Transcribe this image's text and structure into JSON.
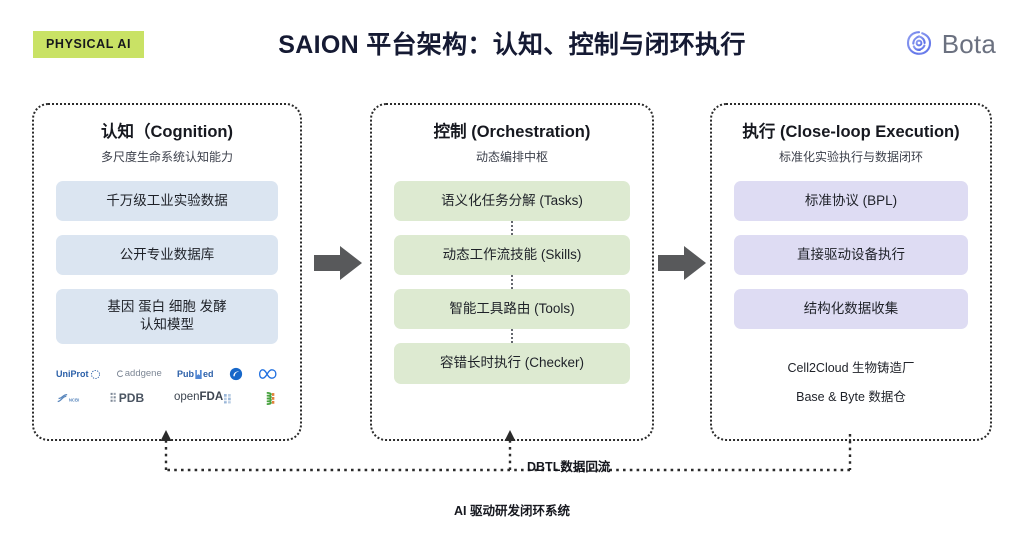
{
  "header": {
    "badge": "PHYSICAL AI",
    "title": "SAION 平台架构：认知、控制与闭环执行",
    "brand_name": "Bota",
    "brand_mark_icon": "spiral-logo-icon",
    "badge_color": "#c9e265",
    "brand_color": "#6b7180"
  },
  "panels": [
    {
      "id": "cognition",
      "title": "认知（Cognition)",
      "subtitle": "多尺度生命系统认知能力",
      "accent_color": "#dbe5f1",
      "items": [
        {
          "label": "千万级工业实验数据"
        },
        {
          "label": "公开专业数据库"
        },
        {
          "label": "基因 蛋白 细胞 发酵\n认知模型"
        }
      ],
      "logos": [
        [
          {
            "name": "uniprot-logo",
            "text": "UniProt",
            "color": "#2a5fa8"
          },
          {
            "name": "addgene-logo",
            "text": "addgene",
            "color": "#7d8795"
          },
          {
            "name": "pubmed-logo",
            "text": "PubMed",
            "color": "#2b5fa8"
          },
          {
            "name": "circle-swirl-logo",
            "text": "",
            "color": "#1767c9"
          },
          {
            "name": "meta-infinity-logo",
            "text": "",
            "color": "#1f6fe0"
          }
        ],
        [
          {
            "name": "ncbi-logo",
            "text": "",
            "color": "#5a87bd"
          },
          {
            "name": "pdb-logo",
            "text": "PDB",
            "color": "#4a5461"
          },
          {
            "name": "openfda-logo",
            "text": "openFDA",
            "color": "#3d4550"
          },
          {
            "name": "biobricks-logo",
            "text": "",
            "color": "#49a23f"
          }
        ]
      ]
    },
    {
      "id": "orchestration",
      "title": "控制 (Orchestration)",
      "subtitle": "动态编排中枢",
      "accent_color": "#ddead1",
      "items": [
        {
          "label": "语义化任务分解 (Tasks)"
        },
        {
          "label": "动态工作流技能 (Skills)"
        },
        {
          "label": "智能工具路由 (Tools)"
        },
        {
          "label": "容错长时执行 (Checker)"
        }
      ]
    },
    {
      "id": "execution",
      "title": "执行 (Close-loop Execution)",
      "subtitle": "标准化实验执行与数据闭环",
      "accent_color": "#dedcf3",
      "items": [
        {
          "label": "标准协议 (BPL)"
        },
        {
          "label": "直接驱动设备执行"
        },
        {
          "label": "结构化数据收集"
        }
      ],
      "footnotes": [
        "Cell2Cloud 生物铸造厂",
        "Base & Byte 数据仓"
      ]
    }
  ],
  "flow": {
    "arrow_color": "#58595b",
    "arrows": [
      {
        "name": "arrow-cognition-to-orchestration"
      },
      {
        "name": "arrow-orchestration-to-execution"
      }
    ]
  },
  "loop": {
    "label": "DBTL数据回流",
    "system_label": "AI 驱动研发闭环系统",
    "line_color": "#2b2b2b"
  }
}
